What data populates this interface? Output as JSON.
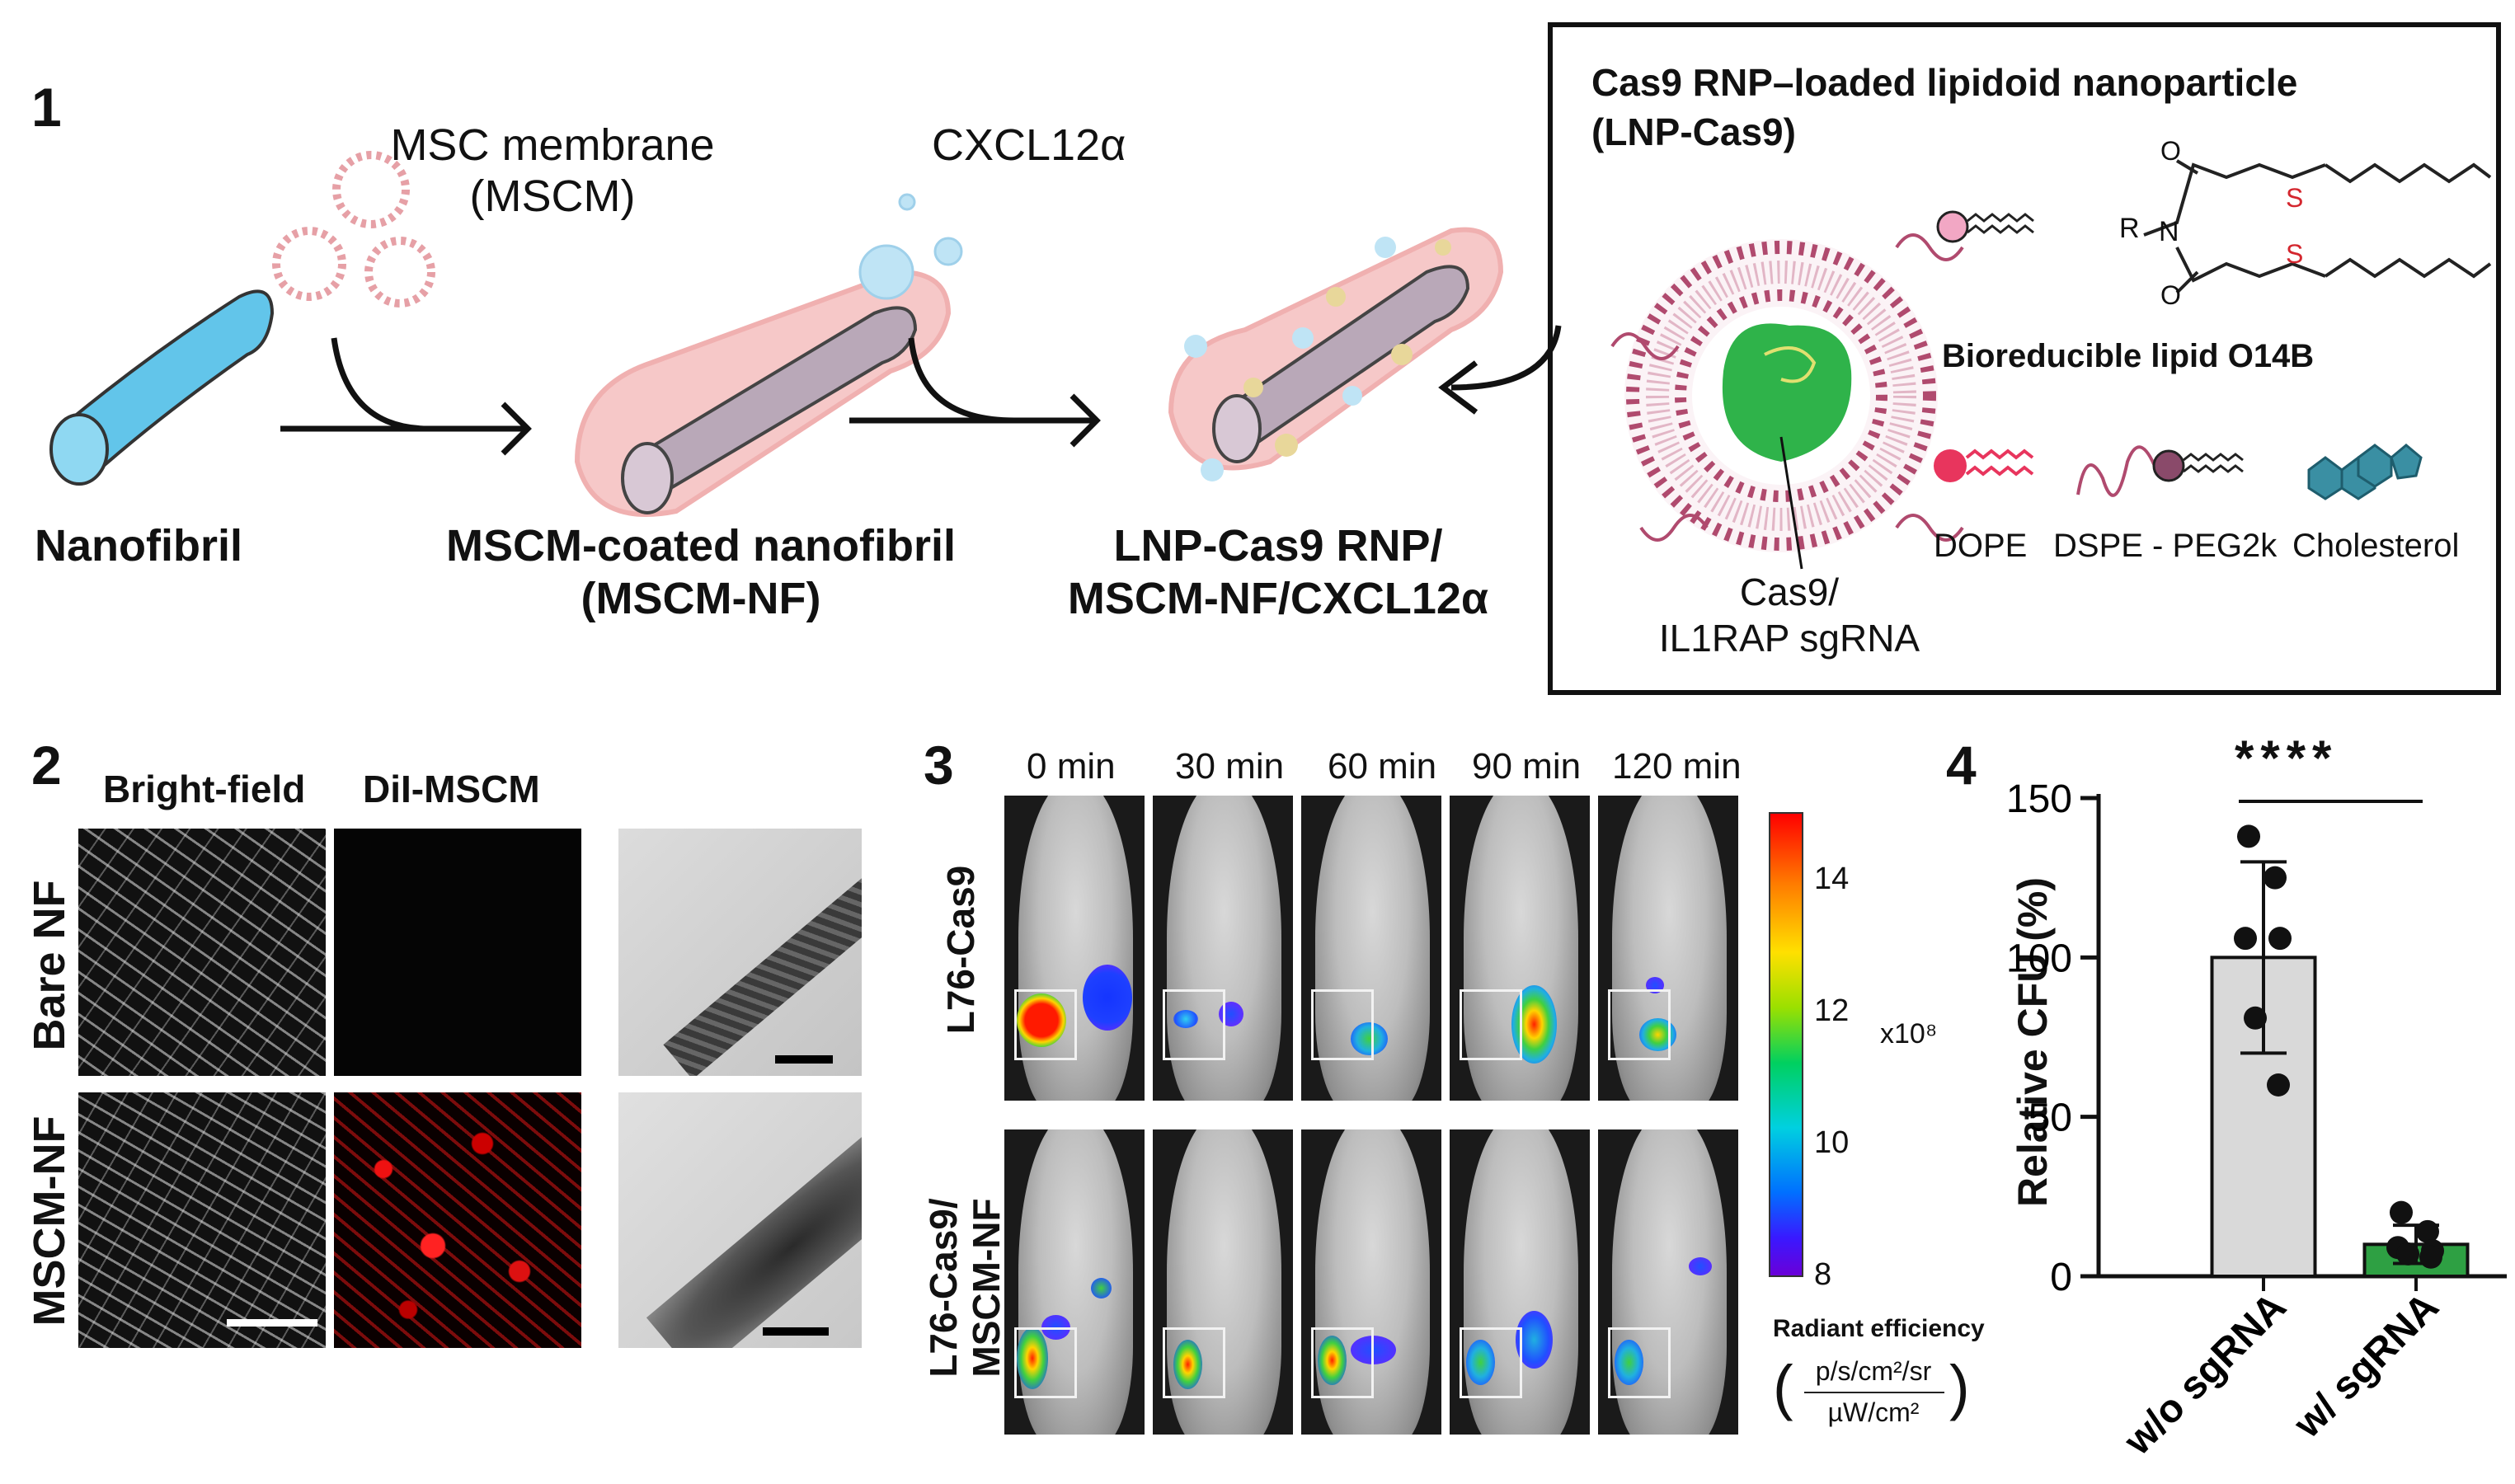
{
  "panel1": {
    "number": "1",
    "membrane_label": [
      "MSC membrane",
      "(MSCM)"
    ],
    "chemokine_label": "CXCL12α",
    "steps": [
      {
        "lines": [
          "Nanofibril"
        ]
      },
      {
        "lines": [
          "MSCM-coated nanofibril",
          "(MSCM-NF)"
        ]
      },
      {
        "lines": [
          "LNP-Cas9 RNP/",
          "MSCM-NF/CXCL12α"
        ]
      }
    ],
    "box": {
      "title": [
        "Cas9 RNP–loaded lipidoid nanoparticle",
        "(LNP-Cas9)"
      ],
      "cargo_label": [
        "Cas9/",
        "IL1RAP sgRNA"
      ],
      "lipid_label": "Bioreducible lipid O14B",
      "struct_r": "R",
      "struct_n": "N",
      "struct_o": "O",
      "struct_s": "S",
      "components": [
        "DOPE",
        "DSPE - PEG2k",
        "Cholesterol"
      ],
      "colors": {
        "dope": "#e8355d",
        "peg_lipid": "#8a4a6a",
        "cholesterol": "#3a8fa3",
        "cas9": "#2fb34a",
        "membrane": "#c98aa0"
      }
    }
  },
  "panel2": {
    "number": "2",
    "columns": [
      "Bright-field",
      "DiI-MSCM"
    ],
    "rows": [
      "Bare NF",
      "MSCM-NF"
    ]
  },
  "panel3": {
    "number": "3",
    "timepoints": [
      "0 min",
      "30 min",
      "60 min",
      "90 min",
      "120 min"
    ],
    "rows": [
      {
        "lines": [
          "L76-Cas9"
        ]
      },
      {
        "lines": [
          "L76-Cas9/",
          "MSCM-NF"
        ]
      }
    ],
    "colorbar": {
      "ticks": [
        "14",
        "12",
        "10",
        "8"
      ],
      "multiplier": "x10⁸",
      "title": "Radiant efficiency",
      "unit_numerator": "p/s/cm²/sr",
      "unit_denominator": "µW/cm²"
    }
  },
  "panel4": {
    "number": "4",
    "significance": "****",
    "chart_data": {
      "type": "bar",
      "categories": [
        "w/o sgRNA",
        "w/ sgRNA"
      ],
      "values": [
        100,
        10
      ],
      "error": [
        30,
        6
      ],
      "points": [
        [
          138,
          125,
          106,
          106,
          81,
          60
        ],
        [
          20,
          14,
          9,
          8,
          7,
          6
        ]
      ],
      "ylabel": "Relative CFU (%)",
      "ylim": [
        0,
        150
      ],
      "yticks": [
        0,
        50,
        100,
        150
      ],
      "colors": [
        "#d9d9d9",
        "#2ea043"
      ]
    }
  }
}
